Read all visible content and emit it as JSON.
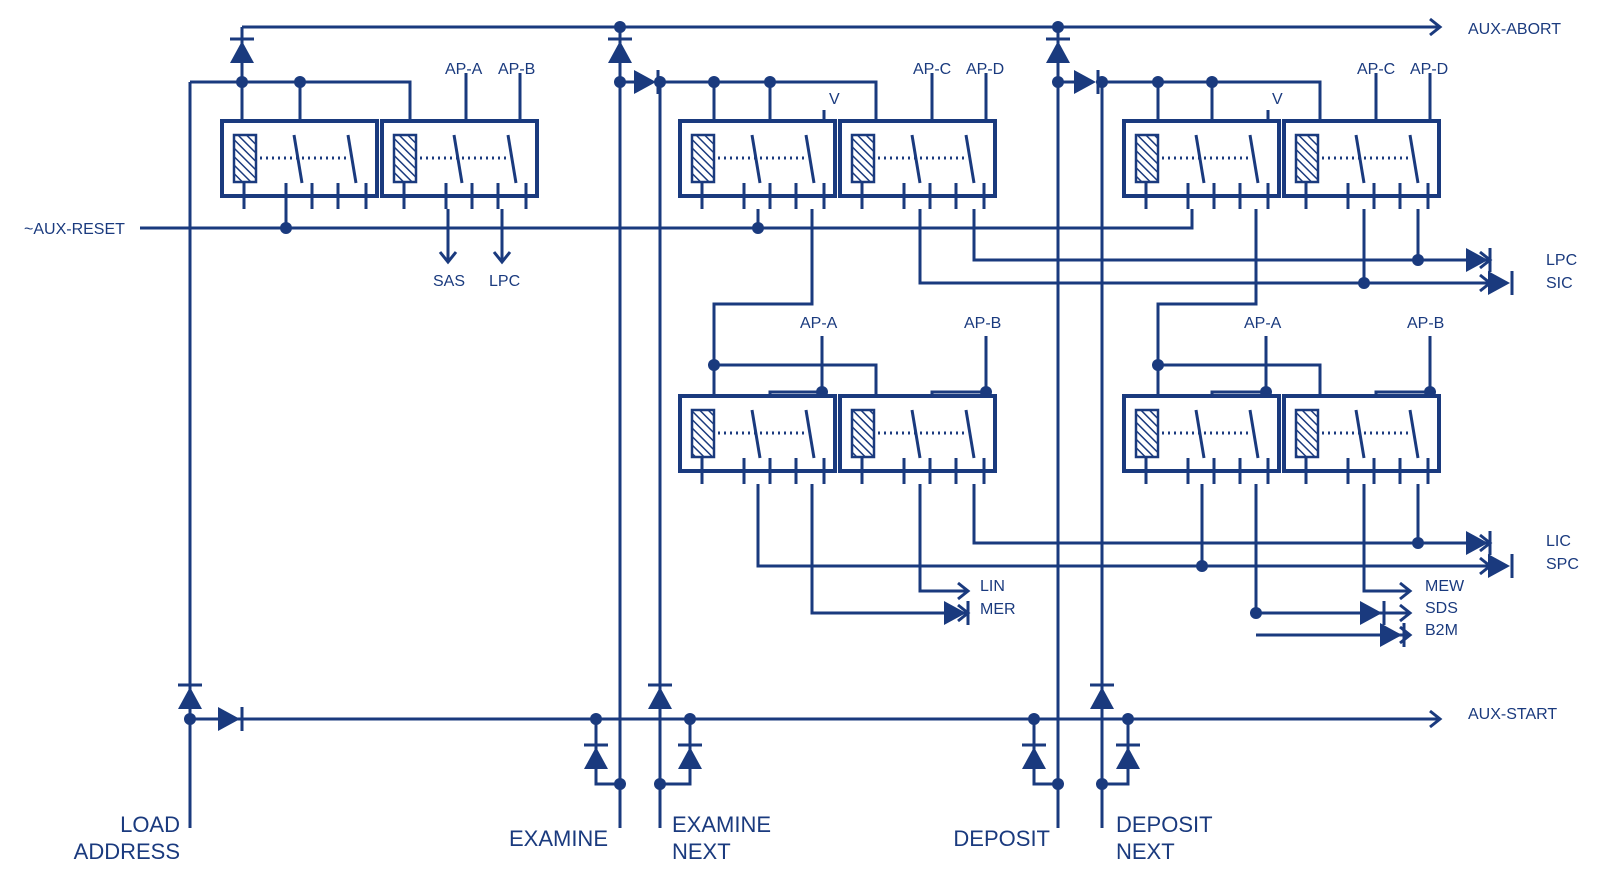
{
  "colors": {
    "ink": "#1a3a7e",
    "background": "#ffffff"
  },
  "signals": {
    "aux_abort": "AUX-ABORT",
    "aux_start": "AUX-START",
    "aux_reset": "~AUX-RESET",
    "sas": "SAS",
    "lpc_down": "LPC",
    "lpc_right": "LPC",
    "sic": "SIC",
    "lic": "LIC",
    "spc": "SPC",
    "lin": "LIN",
    "mer": "MER",
    "mew": "MEW",
    "sds": "SDS",
    "b2m": "B2M"
  },
  "contacts": {
    "ap_a": "AP-A",
    "ap_b": "AP-B",
    "ap_c": "AP-C",
    "ap_d": "AP-D",
    "v": "V"
  },
  "switches": {
    "load": [
      "LOAD",
      "ADDRESS"
    ],
    "examine": "EXAMINE",
    "examine_next": [
      "EXAMINE",
      "NEXT"
    ],
    "deposit": "DEPOSIT",
    "deposit_next": [
      "DEPOSIT",
      "NEXT"
    ]
  }
}
